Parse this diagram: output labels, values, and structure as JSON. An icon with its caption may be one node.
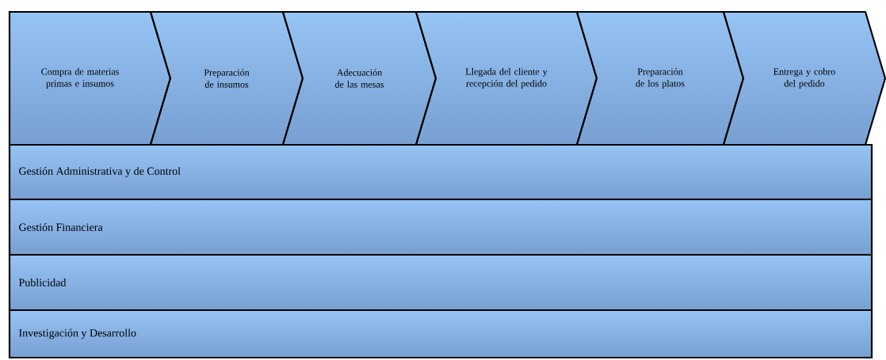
{
  "diagram": {
    "nodes": [
      {
        "text": [
          "Compra de materias primas e insumos"
        ]
      },
      {
        "text": [
          "Preparación de insumos"
        ]
      },
      {
        "text": [
          "Adecuación de las mesas"
        ]
      },
      {
        "text": [
          "Llegada del cliente y recepción del pedido"
        ]
      },
      {
        "text": [
          "Preparación de los platos"
        ]
      },
      {
        "text": [
          "Entrega y cobro del pedido"
        ]
      },
      {
        "text": [
          "Gestión Administrativa y de Control"
        ]
      },
      {
        "text": [
          "Gestión Financiera"
        ]
      },
      {
        "text": [
          "Publicidad"
        ]
      },
      {
        "text": [
          "Investigación y Desarrollo"
        ]
      }
    ]
  }
}
